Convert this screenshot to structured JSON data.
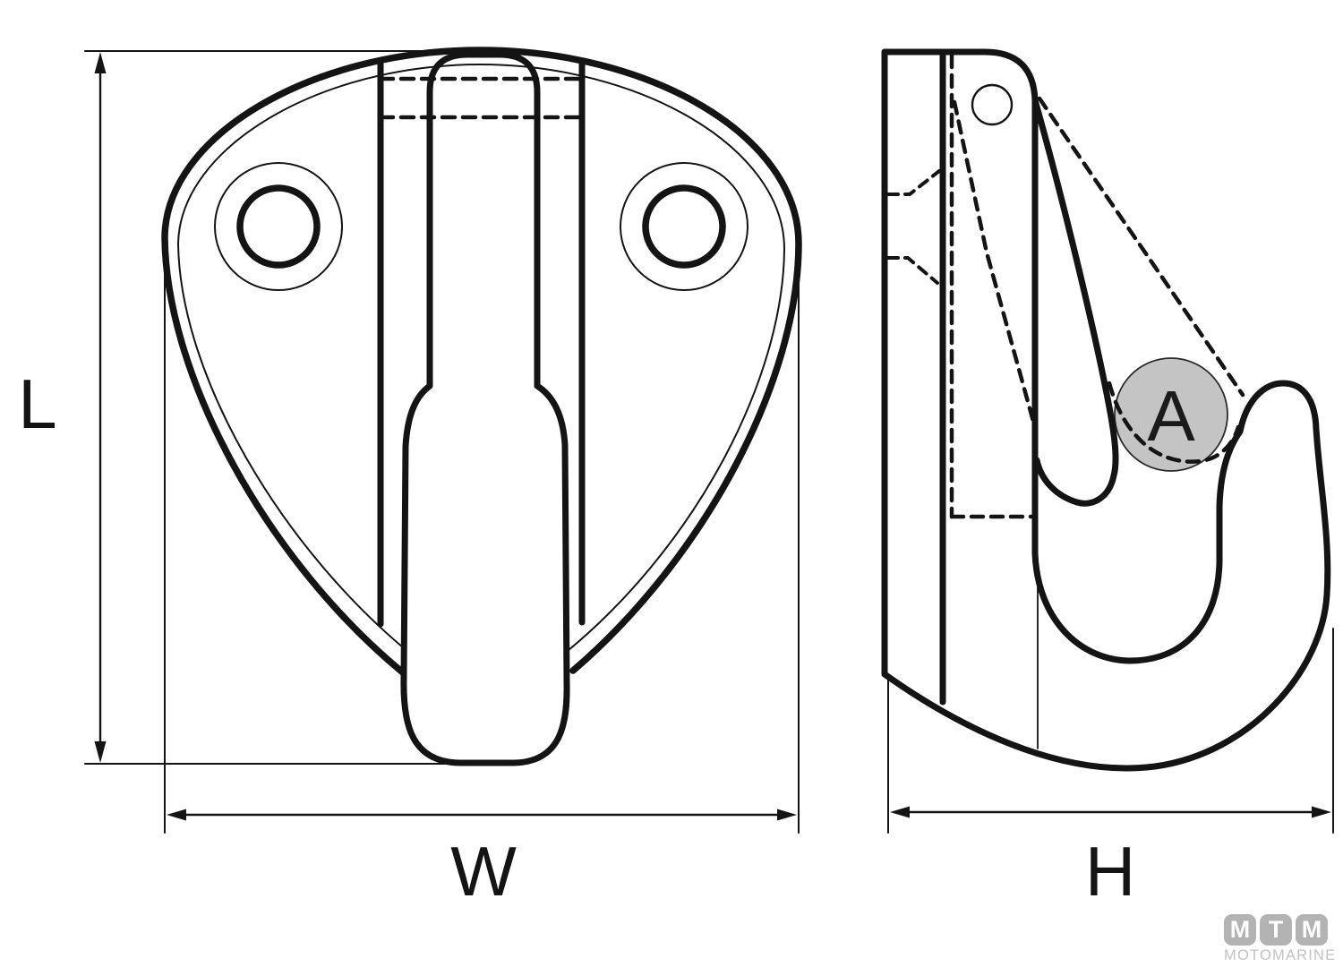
{
  "drawing": {
    "labels": {
      "length": "L",
      "width": "W",
      "height": "H",
      "opening": "A"
    },
    "colors": {
      "line": "#141414",
      "background": "#ffffff",
      "opening_marker_fill": "#c4c4c4",
      "logo_tile_gray": "#b3b3b3",
      "logo_text_gray": "#c2c2c2"
    }
  },
  "logo": {
    "tiles": [
      "M",
      "T",
      "M"
    ],
    "subtitle": "MOTOMARINE"
  }
}
